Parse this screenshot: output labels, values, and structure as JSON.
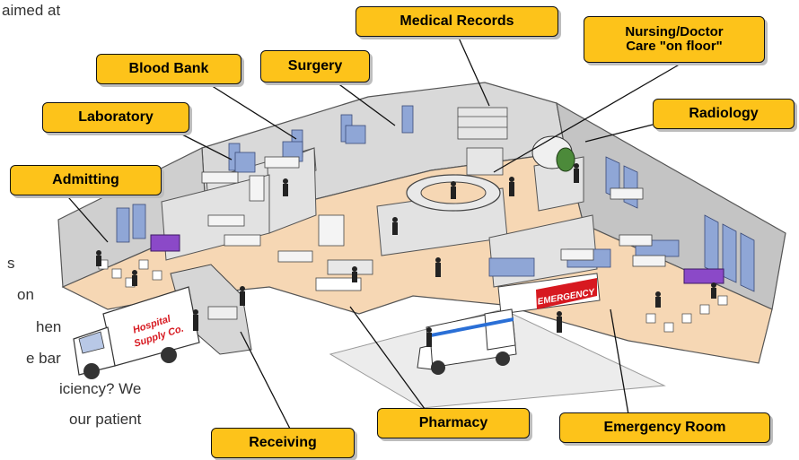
{
  "text_fragments": [
    "aimed at",
    "s",
    "on",
    "hen",
    "e bar",
    "iciency? We",
    "our patient"
  ],
  "callouts": {
    "medical_records": "Medical Records",
    "nursing_doctor": "Nursing/Doctor\nCare \"on floor\"",
    "blood_bank": "Blood Bank",
    "surgery": "Surgery",
    "laboratory": "Laboratory",
    "radiology": "Radiology",
    "admitting": "Admitting",
    "pharmacy": "Pharmacy",
    "emergency_room": "Emergency Room",
    "receiving": "Receiving"
  },
  "signs": {
    "emergency": "EMERGENCY",
    "truck_line1": "Hospital",
    "truck_line2": "Supply Co."
  },
  "colors": {
    "callout_fill": "#fdc31a",
    "floor": "#f6d7b4",
    "wall": "#cfcfcf",
    "emergency_red": "#d71920",
    "window_blue": "#8fa6d6",
    "couch_purple": "#8b49c8"
  }
}
